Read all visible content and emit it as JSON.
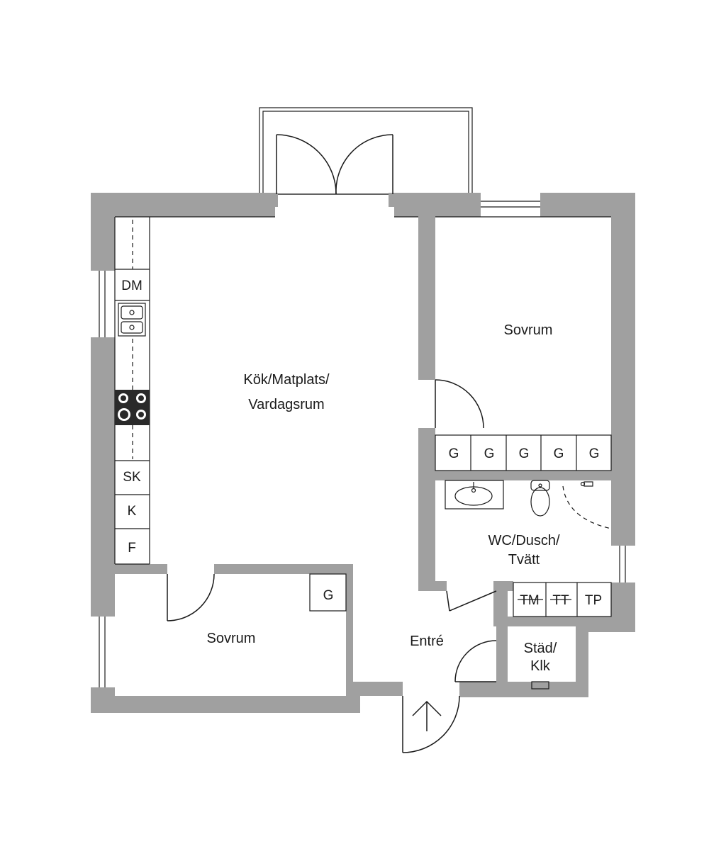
{
  "rooms": {
    "kitchen_line1": "Kök/Matplats/",
    "kitchen_line2": "Vardagsrum",
    "bedroom_top": "Sovrum",
    "bedroom_bottom": "Sovrum",
    "bath_line1": "WC/Dusch/",
    "bath_line2": "Tvätt",
    "entrance": "Entré",
    "storage_line1": "Städ/",
    "storage_line2": "Klk"
  },
  "fixtures": {
    "dishwasher": "DM",
    "fridge_freezer": "SK",
    "fridge": "K",
    "freezer": "F",
    "wardrobe_bedroom_bottom": "G",
    "wardrobes_bedroom_top": [
      "G",
      "G",
      "G",
      "G",
      "G"
    ],
    "washer": "TM",
    "dryer": "TT",
    "drying_cabinet": "TP"
  },
  "colors": {
    "wall": "#a0a0a0",
    "line": "#1a1a1a",
    "background": "#ffffff"
  },
  "icons": [
    "entrance-arrow-icon",
    "sink-icon",
    "stove-icon",
    "washbasin-icon",
    "toilet-icon",
    "shower-tap-icon"
  ]
}
